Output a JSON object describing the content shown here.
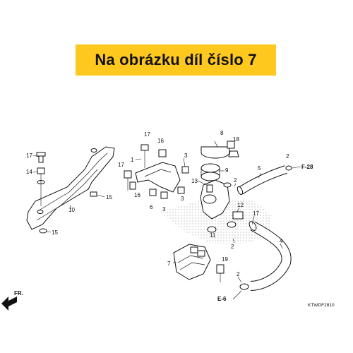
{
  "banner": {
    "text": "Na obrázku díl číslo 7",
    "bg_color": "#ffc81e",
    "text_color": "#111111"
  },
  "diagram": {
    "code": "KTWDF2810",
    "orientation": "FR.",
    "refs": [
      {
        "key": "f28",
        "text": "F-28"
      },
      {
        "key": "e6",
        "text": "E-6"
      }
    ],
    "callouts": [
      {
        "key": "c17a",
        "number": "17"
      },
      {
        "key": "c14",
        "number": "14"
      },
      {
        "key": "c15a",
        "number": "15"
      },
      {
        "key": "c15b",
        "number": "15"
      },
      {
        "key": "c10",
        "number": "10"
      },
      {
        "key": "c17b",
        "number": "17"
      },
      {
        "key": "c16a",
        "number": "16"
      },
      {
        "key": "c1",
        "number": "1"
      },
      {
        "key": "c3a",
        "number": "3"
      },
      {
        "key": "c17c",
        "number": "17"
      },
      {
        "key": "c16b",
        "number": "16"
      },
      {
        "key": "c6",
        "number": "6"
      },
      {
        "key": "c3b",
        "number": "3"
      },
      {
        "key": "c3c",
        "number": "3"
      },
      {
        "key": "c8",
        "number": "8"
      },
      {
        "key": "c18",
        "number": "18"
      },
      {
        "key": "c9",
        "number": "9"
      },
      {
        "key": "c13",
        "number": "13"
      },
      {
        "key": "c2a",
        "number": "2"
      },
      {
        "key": "c5",
        "number": "5"
      },
      {
        "key": "c2b",
        "number": "2"
      },
      {
        "key": "c12",
        "number": "12"
      },
      {
        "key": "c17d",
        "number": "17"
      },
      {
        "key": "c11",
        "number": "11"
      },
      {
        "key": "c2c",
        "number": "2"
      },
      {
        "key": "c4",
        "number": "4"
      },
      {
        "key": "c7",
        "number": "7"
      },
      {
        "key": "c19",
        "number": "19"
      },
      {
        "key": "c2d",
        "number": "2"
      }
    ]
  }
}
